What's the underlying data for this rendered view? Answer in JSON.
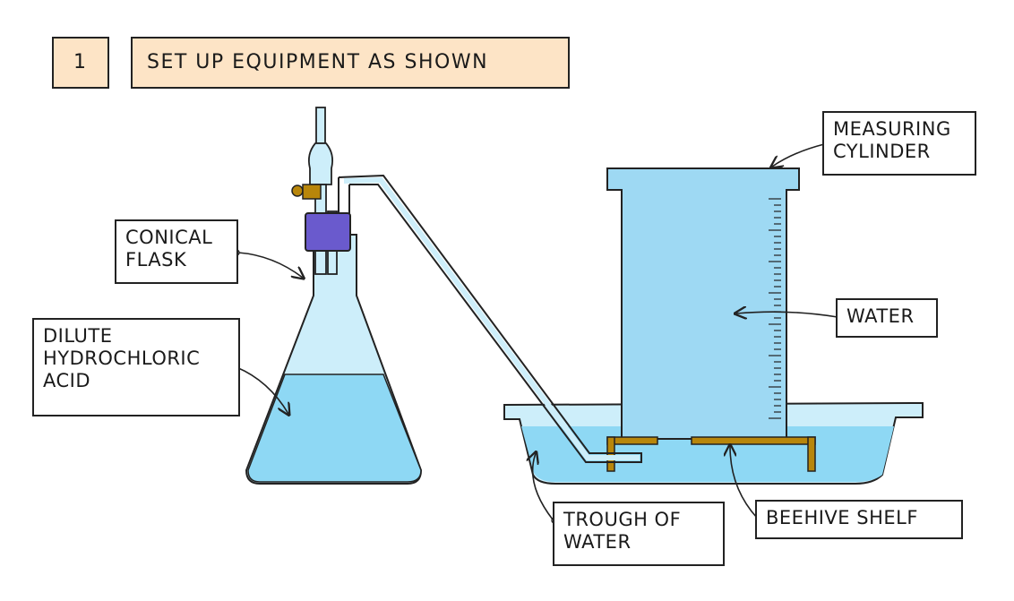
{
  "step": {
    "number": "1",
    "instruction": "SET UP EQUIPMENT AS SHOWN"
  },
  "labels": {
    "conical_flask": [
      "CONICAL",
      "FLASK"
    ],
    "dilute_acid": [
      "DILUTE",
      "HYDROCHLORIC",
      "ACID"
    ],
    "measuring_cylinder": [
      "MEASURING",
      "CYLINDER"
    ],
    "water": [
      "WATER"
    ],
    "trough": [
      "TROUGH OF",
      "WATER"
    ],
    "beehive_shelf": [
      "BEEHIVE SHELF"
    ]
  },
  "colors": {
    "header_fill": "#fde4c6",
    "water_blue": "#8ed8f4",
    "glass_blue": "#cdeefa",
    "cylinder_blue": "#9ed9f3",
    "stopper_purple": "#6a5acd",
    "shelf_brown": "#b8860b",
    "outline": "#222222"
  }
}
